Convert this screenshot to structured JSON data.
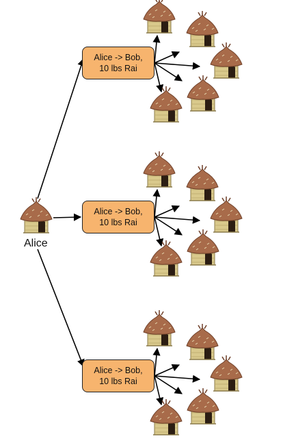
{
  "source_label": "Alice",
  "colors": {
    "box_fill": "#f7b46e",
    "box_stroke": "#222222",
    "hut_wall": "#d9c98c",
    "hut_roof": "#a86b4a",
    "hut_door": "#2b1d12",
    "arrow": "#000000"
  },
  "icon": "mud-hut-icon",
  "groups": [
    {
      "message": "Alice -> Bob,\n10 lbs Rai"
    },
    {
      "message": "Alice -> Bob,\n10 lbs Rai"
    },
    {
      "message": "Alice -> Bob,\n10 lbs Rai"
    }
  ]
}
